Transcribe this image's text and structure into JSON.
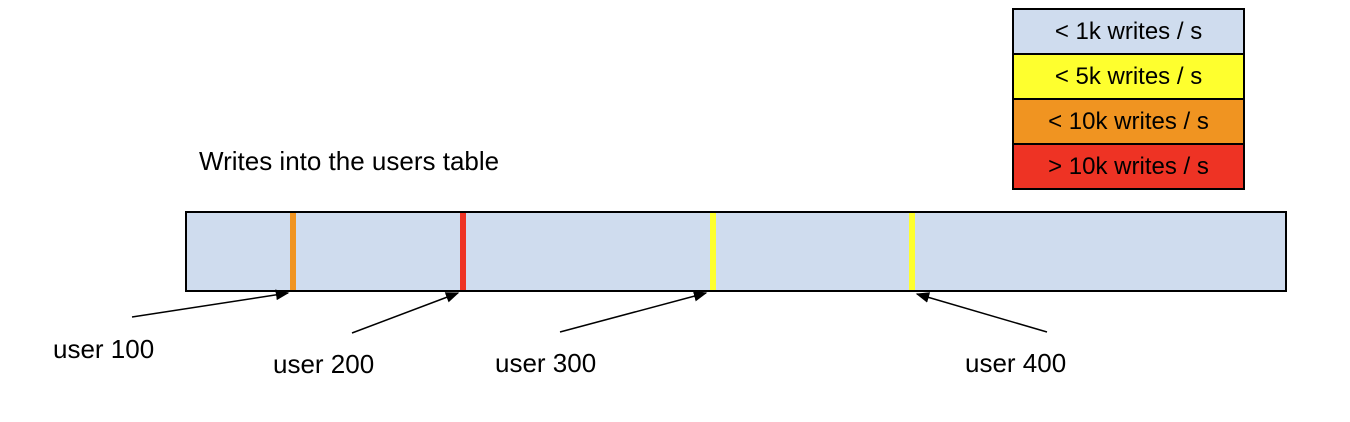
{
  "title": "Writes into the users table",
  "legend": {
    "items": [
      {
        "label": "< 1k writes / s",
        "color": "#cfdcee"
      },
      {
        "label": "< 5k writes / s",
        "color": "#feff2e"
      },
      {
        "label": "< 10k writes / s",
        "color": "#f09421"
      },
      {
        "label": "> 10k writes / s",
        "color": "#ee3324"
      }
    ]
  },
  "bar": {
    "fill": "#cfdcee",
    "border_color": "#000000"
  },
  "hotspots": [
    {
      "user": "user 100",
      "rate": "< 10k writes / s",
      "color": "#f09421"
    },
    {
      "user": "user 200",
      "rate": "> 10k writes / s",
      "color": "#ee3324"
    },
    {
      "user": "user 300",
      "rate": "< 5k writes / s",
      "color": "#feff2e"
    },
    {
      "user": "user 400",
      "rate": "< 5k writes / s",
      "color": "#feff2e"
    }
  ]
}
